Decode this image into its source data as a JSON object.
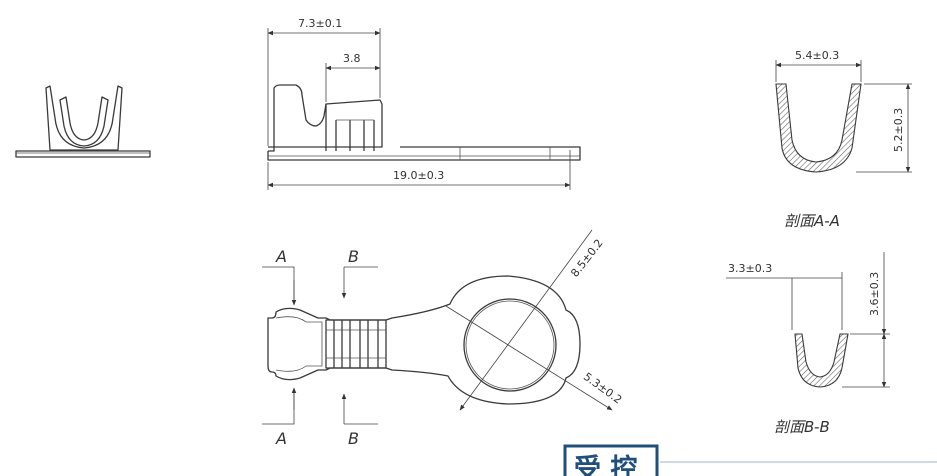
{
  "dimensions": {
    "top_7_3": "7.3±0.1",
    "top_3_8": "3.8",
    "top_19_0": "19.0±0.3",
    "section_a_width": "5.4±0.3",
    "section_a_height": "5.2±0.3",
    "section_b_width": "3.3±0.3",
    "section_b_height": "3.6±0.3",
    "ring_outer": "8.5±0.2",
    "ring_inner": "5.3±0.2"
  },
  "section_marks": {
    "a_top": "A",
    "b_top": "B",
    "a_bottom": "A",
    "b_bottom": "B"
  },
  "captions": {
    "section_a": "剖面A-A",
    "section_b": "剖面B-B"
  },
  "stamp": {
    "text": "受 控",
    "color": "#1f4f7c"
  },
  "colors": {
    "line": "#3a3a3a",
    "hatch": "#666666"
  }
}
